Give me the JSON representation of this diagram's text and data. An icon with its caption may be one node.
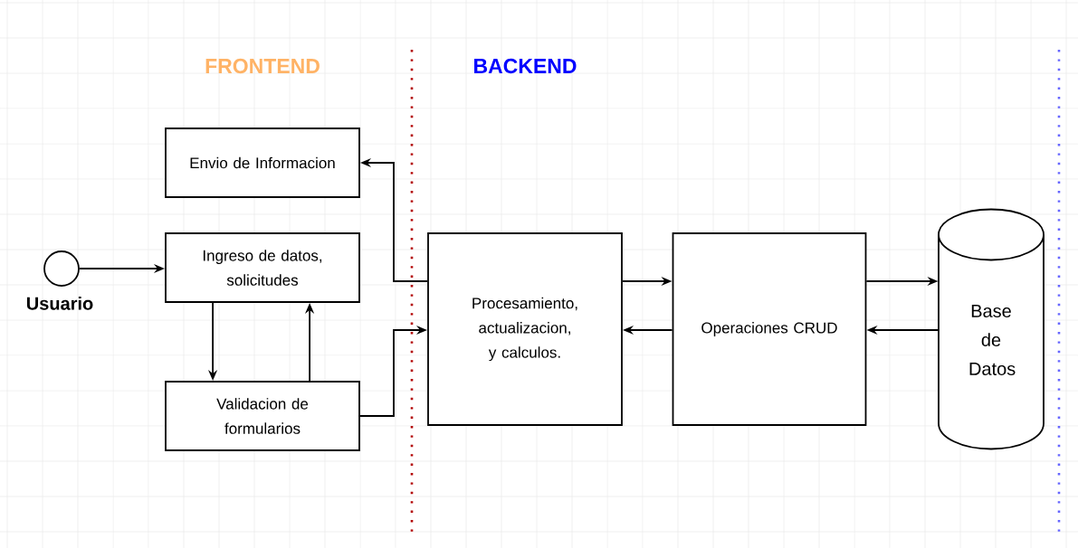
{
  "diagram": {
    "nodes": [
      {
        "text": [
          "Usuario"
        ]
      },
      {
        "text": [
          "Envio de Informacion"
        ]
      },
      {
        "text": [
          "Ingreso de datos, solicitudes"
        ]
      },
      {
        "text": [
          "Validacion de formularios"
        ]
      },
      {
        "text": [
          "Procesamiento, actualizacion, y calculos."
        ]
      },
      {
        "text": [
          "Operaciones CRUD"
        ]
      },
      {
        "text": [
          "Base de Datos"
        ]
      }
    ],
    "edges": [
      {
        "from": 0,
        "to": 2,
        "arrow": "to"
      },
      {
        "from": 2,
        "to": 3,
        "arrow": "to"
      },
      {
        "from": 3,
        "to": 2,
        "arrow": "to"
      },
      {
        "from": 3,
        "to": 4,
        "arrow": "to"
      },
      {
        "from": 4,
        "to": 1,
        "arrow": "to"
      },
      {
        "from": 4,
        "to": 5,
        "arrow": "to"
      },
      {
        "from": 5,
        "to": 4,
        "arrow": "to"
      },
      {
        "from": 5,
        "to": 6,
        "arrow": "to"
      },
      {
        "from": 6,
        "to": 5,
        "arrow": "to"
      }
    ],
    "labels": [
      "FRONTEND",
      "BACKEND"
    ]
  }
}
